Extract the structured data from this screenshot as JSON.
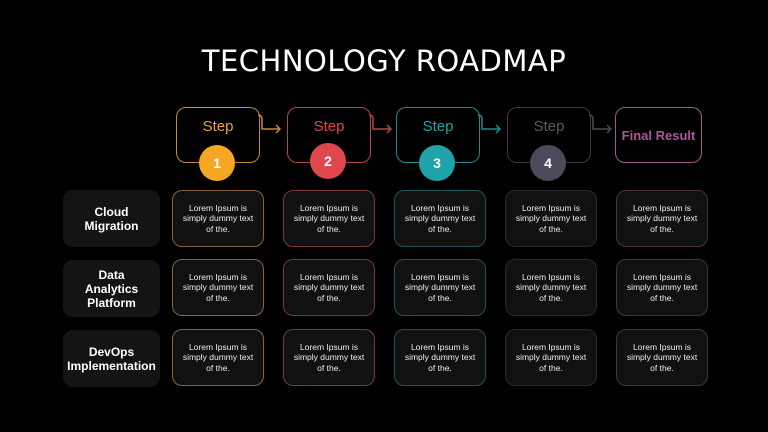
{
  "title": "TECHNOLOGY ROADMAP",
  "steps": [
    {
      "label": "Step",
      "number": "1",
      "color": "#f5a623"
    },
    {
      "label": "Step",
      "number": "2",
      "color": "#e0474c"
    },
    {
      "label": "Step",
      "number": "3",
      "color": "#1fa3a8"
    },
    {
      "label": "Step",
      "number": "4",
      "color": "#4a4a5a"
    }
  ],
  "final": {
    "label": "Final Result",
    "color": "#b0559c"
  },
  "rows": [
    {
      "label": "Cloud Migration",
      "cells": [
        "Lorem Ipsum is simply dummy text of the.",
        "Lorem Ipsum is simply dummy text of the.",
        "Lorem Ipsum is simply dummy text of the.",
        "Lorem Ipsum is simply dummy text of the.",
        "Lorem Ipsum is simply dummy text of the."
      ]
    },
    {
      "label": "Data Analytics Platform",
      "cells": [
        "Lorem Ipsum is simply dummy text of the.",
        "Lorem Ipsum is simply dummy text of the.",
        "Lorem Ipsum is simply dummy text of the.",
        "Lorem Ipsum is simply dummy text of the.",
        "Lorem Ipsum is simply dummy text of the."
      ]
    },
    {
      "label": "DevOps Implementation",
      "cells": [
        "Lorem Ipsum is simply dummy text of the.",
        "Lorem Ipsum is simply dummy text of the.",
        "Lorem Ipsum is simply dummy text of the.",
        "Lorem Ipsum is simply dummy text of the.",
        "Lorem Ipsum is simply dummy text of the."
      ]
    }
  ]
}
